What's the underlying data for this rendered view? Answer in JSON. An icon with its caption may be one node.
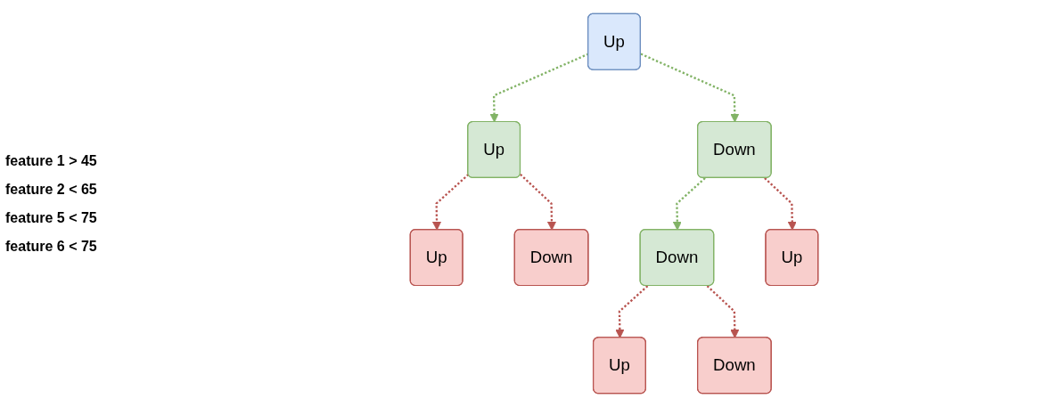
{
  "diagram": {
    "nodes": [
      {
        "text": [
          "Up"
        ]
      },
      {
        "text": [
          "Up"
        ]
      },
      {
        "text": [
          "Down"
        ]
      },
      {
        "text": [
          "Up"
        ]
      },
      {
        "text": [
          "Down"
        ]
      },
      {
        "text": [
          "Down"
        ]
      },
      {
        "text": [
          "Up"
        ]
      },
      {
        "text": [
          "Up"
        ]
      },
      {
        "text": [
          "Down"
        ]
      }
    ],
    "edges": [
      {
        "from": 0,
        "to": 1,
        "arrow": "to",
        "style": "dashed",
        "color": "#82b366"
      },
      {
        "from": 0,
        "to": 2,
        "arrow": "to",
        "style": "dashed",
        "color": "#82b366"
      },
      {
        "from": 1,
        "to": 3,
        "arrow": "to",
        "style": "dashed",
        "color": "#b85450"
      },
      {
        "from": 1,
        "to": 4,
        "arrow": "to",
        "style": "dashed",
        "color": "#b85450"
      },
      {
        "from": 2,
        "to": 5,
        "arrow": "to",
        "style": "dashed",
        "color": "#82b366"
      },
      {
        "from": 2,
        "to": 6,
        "arrow": "to",
        "style": "dashed",
        "color": "#b85450"
      },
      {
        "from": 5,
        "to": 7,
        "arrow": "to",
        "style": "dashed",
        "color": "#b85450"
      },
      {
        "from": 5,
        "to": 8,
        "arrow": "to",
        "style": "dashed",
        "color": "#b85450"
      }
    ],
    "labels": [
      "feature 1 > 45",
      "feature 2 < 65",
      "feature 5 < 75",
      "feature 6 < 75"
    ]
  }
}
